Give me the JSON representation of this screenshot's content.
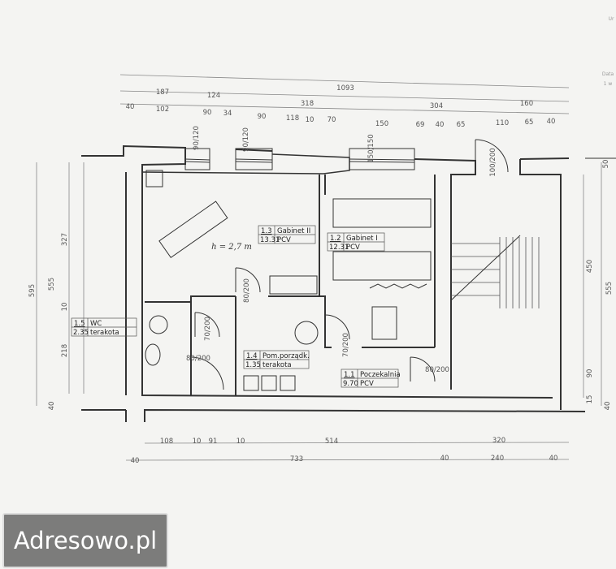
{
  "title_block": {
    "line1": "Ur",
    "line2": "Data",
    "line3": "1 w"
  },
  "handwritten_note": "h = 2,7 m",
  "rooms": [
    {
      "number": "1.1",
      "name": "Poczekalnia",
      "area": "9.70",
      "floor": "PCV"
    },
    {
      "number": "1.2",
      "name": "Gabinet I",
      "area": "12.31",
      "floor": "PCV"
    },
    {
      "number": "1.3",
      "name": "Gabinet II",
      "area": "13.31",
      "floor": "PCV"
    },
    {
      "number": "1.4",
      "name": "Pom.porządk.",
      "area": "1.35",
      "floor": "terakota"
    },
    {
      "number": "1.5",
      "name": "WC",
      "area": "2.35",
      "floor": "terakota"
    }
  ],
  "dimensions": {
    "top_total": "1093",
    "top_row2": [
      "187",
      "124",
      "318",
      "304",
      "160"
    ],
    "top_row3": [
      "40",
      "102",
      "90",
      "34",
      "90",
      "118",
      "10",
      "70",
      "150",
      "69",
      "40",
      "65",
      "110",
      "65",
      "40"
    ],
    "windows": [
      "90/120",
      "90/120",
      "150/150"
    ],
    "doors": [
      "100/200",
      "80/200",
      "70/200",
      "70/200",
      "80/200",
      "80/200"
    ],
    "left": [
      "595",
      "555",
      "327",
      "10",
      "218",
      "40"
    ],
    "right": [
      "50",
      "450",
      "555",
      "90",
      "15",
      "40"
    ],
    "bottom_row1": [
      "108",
      "10",
      "91",
      "10",
      "514",
      "320"
    ],
    "bottom_row2": [
      "40",
      "733",
      "40",
      "240",
      "40"
    ]
  },
  "watermark": "Adresowo.pl"
}
